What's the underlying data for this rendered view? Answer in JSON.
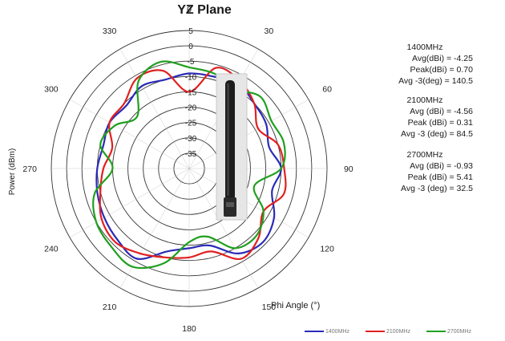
{
  "chart_data": {
    "type": "polar-line",
    "title": "YZ Plane",
    "xlabel": "Phi Angle (°)",
    "ylabel": "Power (dBm)",
    "radial_ticks": [
      5,
      0,
      -5,
      -10,
      -15,
      -20,
      -25,
      -30,
      -35
    ],
    "radial_range": [
      -40,
      5
    ],
    "angle_ticks": [
      0,
      30,
      60,
      90,
      120,
      150,
      180,
      210,
      240,
      270,
      300,
      330
    ],
    "angle_direction": "clockwise",
    "zero_angle": "top",
    "legend_position": "bottom-right",
    "series": [
      {
        "name": "1400MHz",
        "color": "#2a2ab8",
        "theta": [
          0,
          15,
          30,
          45,
          60,
          75,
          90,
          105,
          120,
          135,
          150,
          165,
          180,
          195,
          210,
          225,
          240,
          255,
          270,
          285,
          300,
          315,
          330,
          345
        ],
        "r": [
          -9,
          -9,
          -8,
          -10,
          -11,
          -13,
          -10,
          -12,
          -8,
          -6,
          -8,
          -14,
          -14,
          -12,
          -6,
          -7,
          -8,
          -9,
          -10,
          -11,
          -10,
          -11,
          -9,
          -10
        ]
      },
      {
        "name": "2100MHz",
        "color": "#e02020",
        "theta": [
          0,
          15,
          30,
          45,
          60,
          75,
          90,
          105,
          120,
          135,
          150,
          165,
          180,
          195,
          210,
          225,
          240,
          255,
          270,
          285,
          300,
          315,
          330,
          345
        ],
        "r": [
          -15,
          -6,
          -7,
          -10,
          -14,
          -10,
          -9,
          -8,
          -12,
          -8,
          -6,
          -12,
          -11,
          -10,
          -8,
          -6,
          -7,
          -10,
          -12,
          -14,
          -10,
          -10,
          -6,
          -7
        ]
      },
      {
        "name": "2700MHz",
        "color": "#20a020",
        "theta": [
          0,
          15,
          30,
          45,
          60,
          75,
          90,
          105,
          120,
          135,
          150,
          165,
          180,
          195,
          210,
          225,
          240,
          255,
          270,
          285,
          300,
          315,
          330,
          345
        ],
        "r": [
          -7,
          -8,
          -10,
          -7,
          -9,
          -8,
          -10,
          -18,
          -12,
          -9,
          -10,
          -17,
          -16,
          -8,
          -3,
          -4,
          -5,
          -8,
          -15,
          -10,
          -12,
          -16,
          -7,
          -4
        ]
      }
    ]
  },
  "stats": [
    {
      "heading": "1400MHz",
      "rows": [
        "Avg(dBi) = -4.25",
        "Peak(dBi) = 0.70",
        "Avg -3(deg) = 140.5"
      ]
    },
    {
      "heading": "2100MHz",
      "rows": [
        "Avg (dBi) =  -4.56",
        "Peak (dBi) =  0.31",
        "Avg -3 (deg) =  84.5"
      ]
    },
    {
      "heading": "2700MHz",
      "rows": [
        "Avg (dBi) =  -0.93",
        "Peak (dBi) =  5.41",
        "Avg -3 (deg) =  32.5"
      ]
    }
  ]
}
